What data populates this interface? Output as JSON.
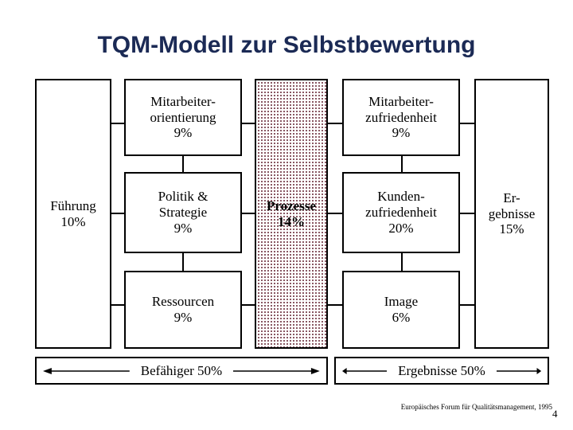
{
  "slide": {
    "title": "TQM-Modell zur Selbstbewertung",
    "number": "4",
    "footer": "Europäisches Forum für Qualitätsmanagement, 1995"
  },
  "boxes": {
    "fuehrung": {
      "line1": "Führung",
      "line2": "10%",
      "line3": ""
    },
    "mitarb_or": {
      "line1": "Mitarbeiter-",
      "line2": "orientierung",
      "line3": "9%"
    },
    "politik": {
      "line1": "Politik &",
      "line2": "Strategie",
      "line3": "9%"
    },
    "ressourcen": {
      "line1": "Ressourcen",
      "line2": "9%",
      "line3": ""
    },
    "prozesse": {
      "line1": "Prozesse",
      "line2": "14%",
      "line3": ""
    },
    "mitarb_zu": {
      "line1": "Mitarbeiter-",
      "line2": "zufriedenheit",
      "line3": "9%"
    },
    "kunden_zu": {
      "line1": "Kunden-",
      "line2": "zufriedenheit",
      "line3": "20%"
    },
    "image": {
      "line1": "Image",
      "line2": "6%",
      "line3": ""
    },
    "ergebnisse": {
      "line1": "Er-",
      "line2": "gebnisse",
      "line3": "15%"
    }
  },
  "bars": {
    "left": {
      "label": "Befähiger 50%"
    },
    "right": {
      "label": "Ergebnisse 50%"
    }
  },
  "colors": {
    "title": "#1b2a55",
    "outline": "#000000",
    "stipple": "#6b2d3a",
    "background": "#ffffff"
  }
}
